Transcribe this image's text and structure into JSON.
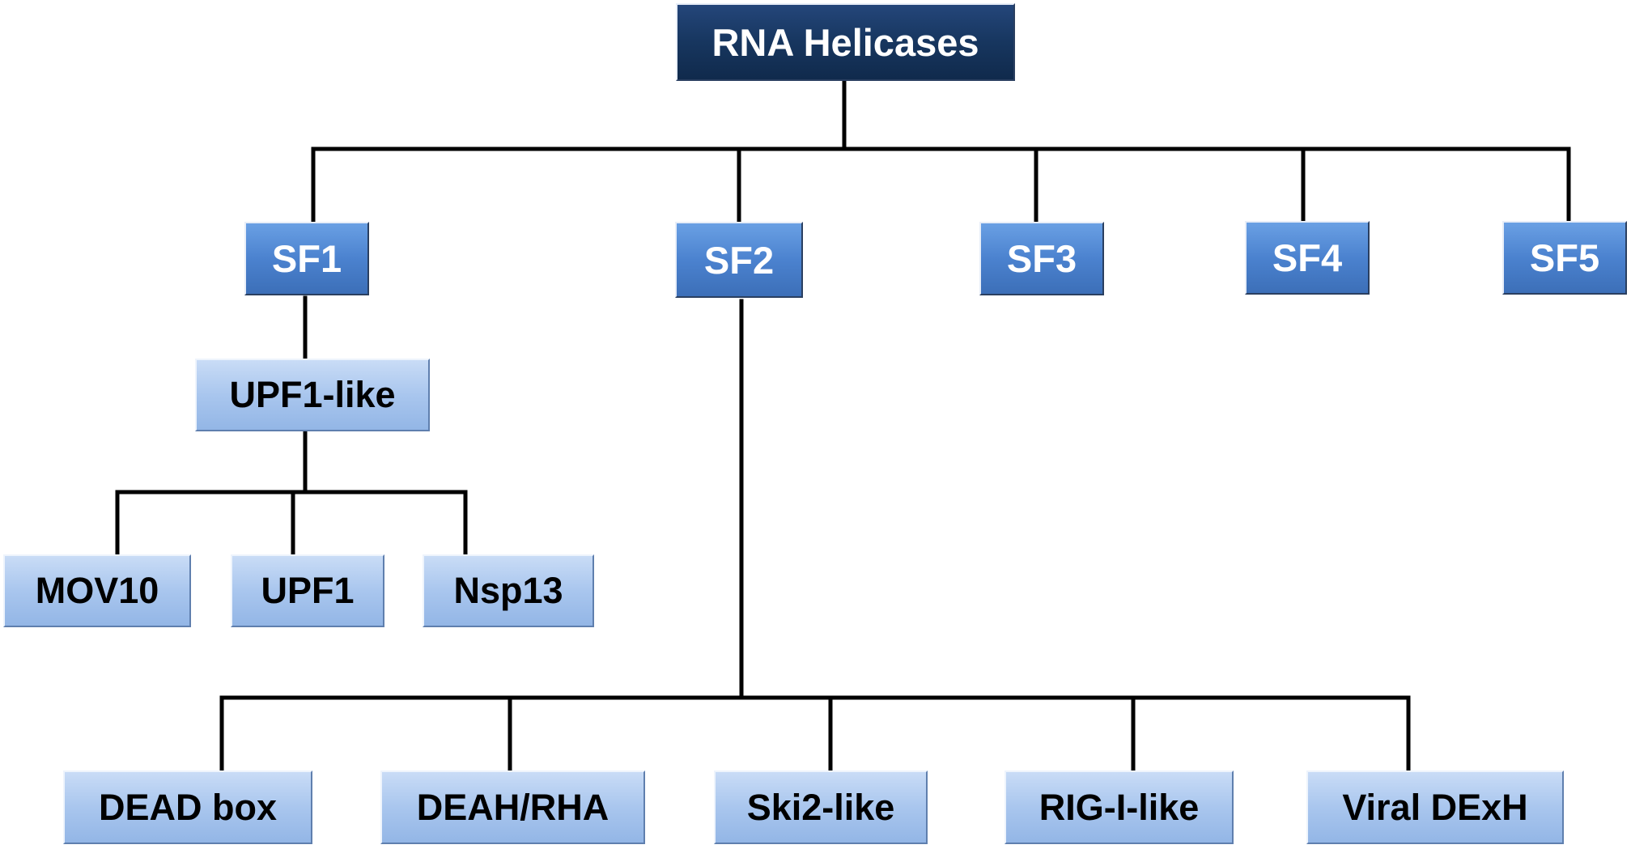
{
  "title": "RNA Helicases",
  "superfamilies": [
    "SF1",
    "SF2",
    "SF3",
    "SF4",
    "SF5"
  ],
  "sf1": {
    "group": "UPF1-like",
    "members": [
      "MOV10",
      "UPF1",
      "Nsp13"
    ]
  },
  "sf2": {
    "members": [
      "DEAD box",
      "DEAH/RHA",
      "Ski2-like",
      "RIG-I-like",
      "Viral DExH"
    ]
  },
  "colors": {
    "root_fill": "#17365f",
    "superfamily_fill": "#4b82cf",
    "leaf_fill": "#a9c6ee",
    "connector": "#000000"
  }
}
